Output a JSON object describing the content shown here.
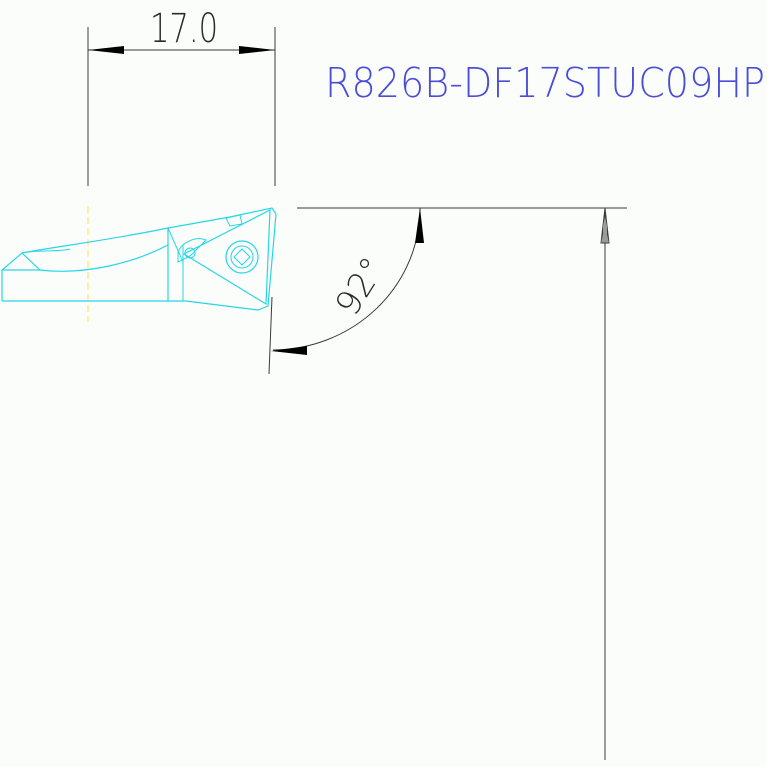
{
  "drawing": {
    "part_number": "R826B-DF17STUC09HP",
    "width_dimension": "17.0",
    "angle_dimension": "92°"
  },
  "colors": {
    "background": "#fbfdfb",
    "dimension_lines": "#3a3a3a",
    "part_outline": "#27d6e6",
    "title_text": "#4a4ed6",
    "center_line": "#f3ea6a"
  }
}
